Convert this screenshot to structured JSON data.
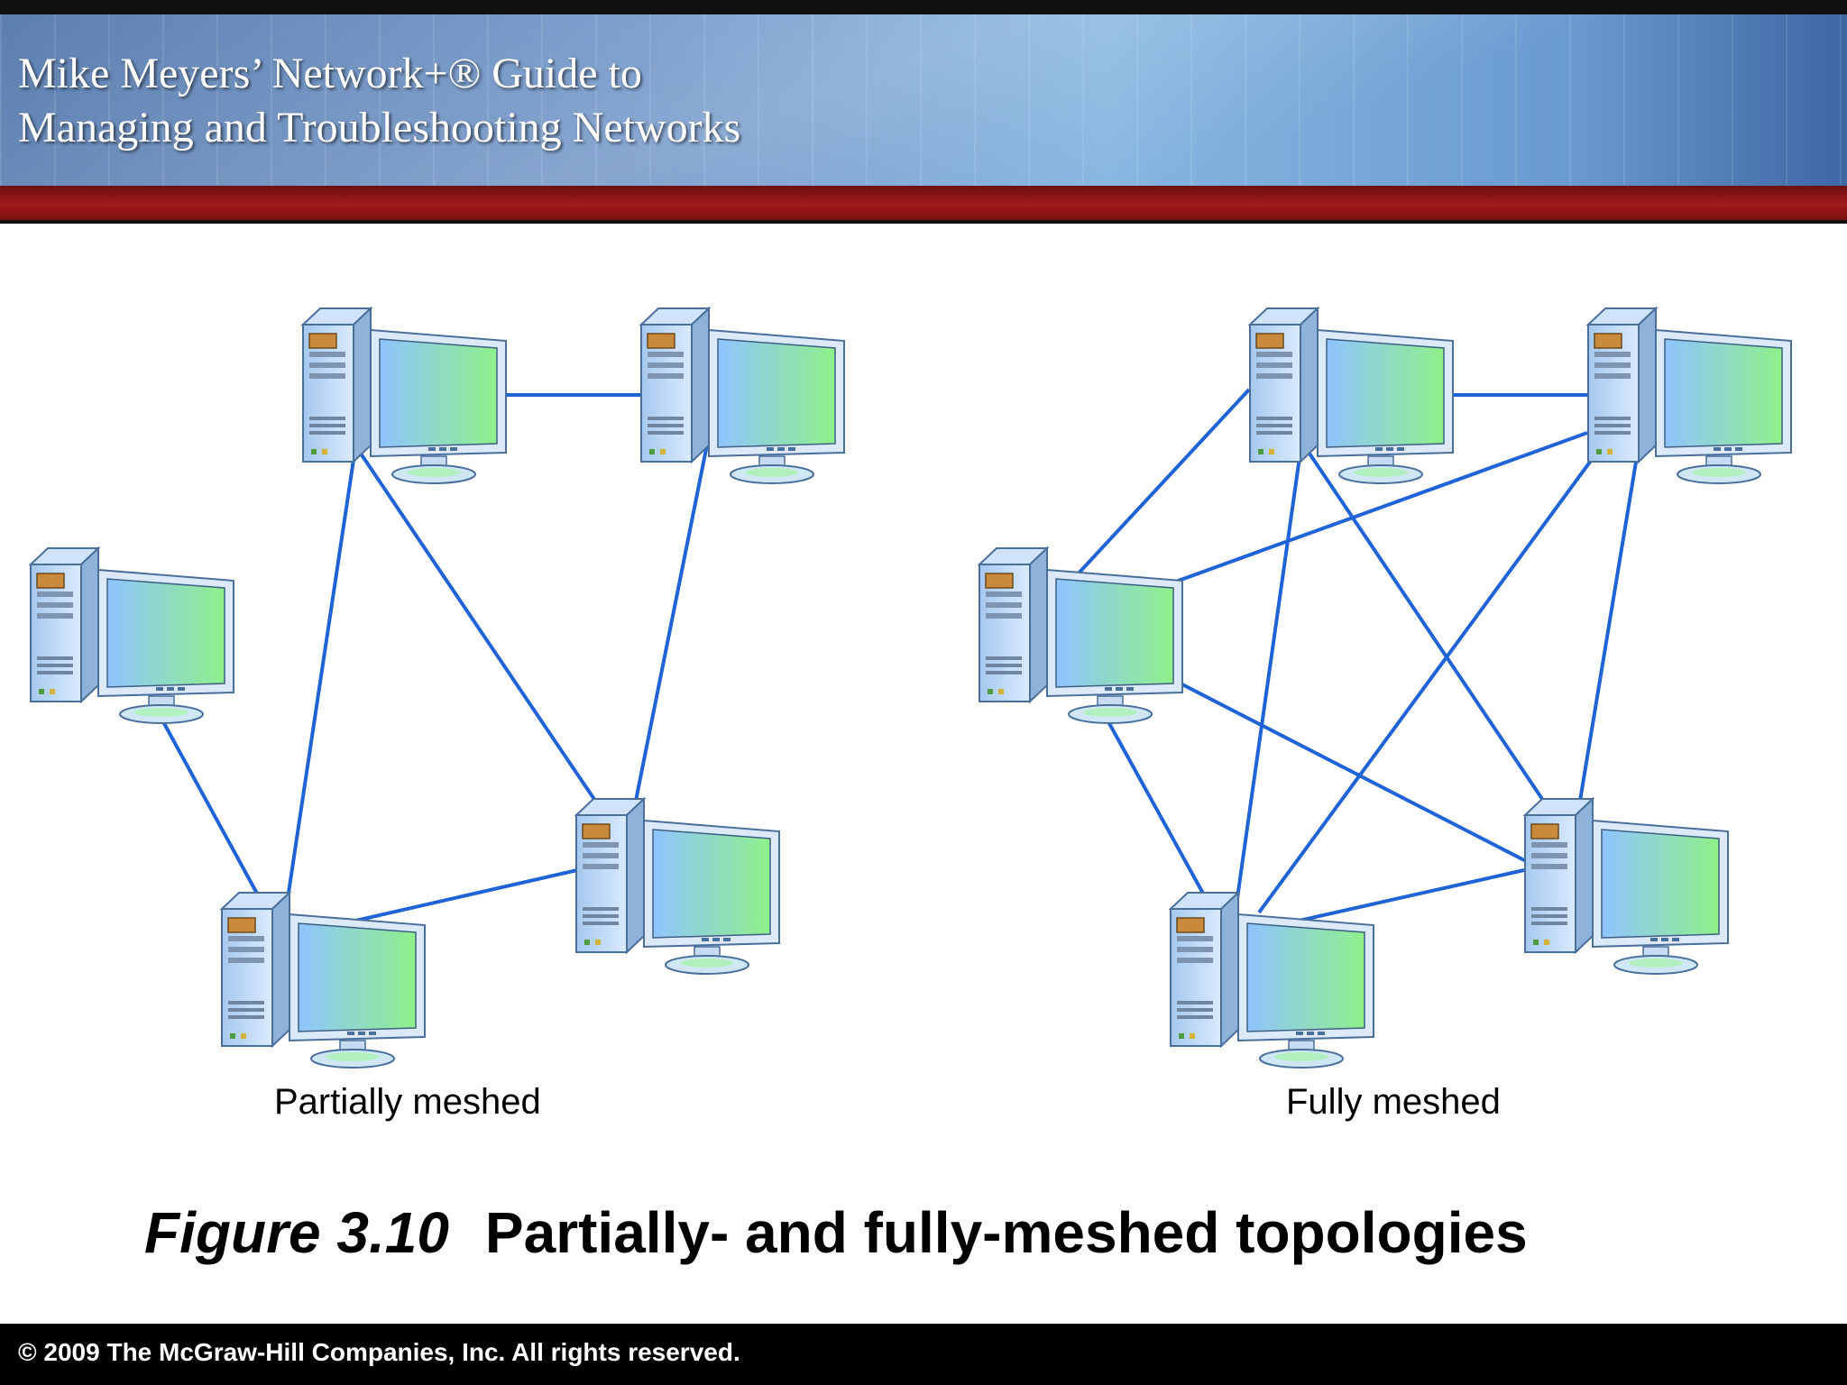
{
  "header": {
    "title_line1": "Mike Meyers’ Network+® Guide to",
    "title_line2": "Managing and Troubleshooting Networks"
  },
  "diagrams": {
    "partial_label": "Partially meshed",
    "full_label": "Fully meshed"
  },
  "caption": {
    "figure": "Figure 3.10",
    "text": "Partially- and fully-meshed topologies"
  },
  "footer": {
    "copyright": "©  2009 The McGraw-Hill Companies, Inc. All rights reserved."
  },
  "colors": {
    "link": "#1f63d6",
    "screen_start": "#8fc4ff",
    "screen_end": "#8ff08a",
    "case": "#b8d6f5"
  }
}
